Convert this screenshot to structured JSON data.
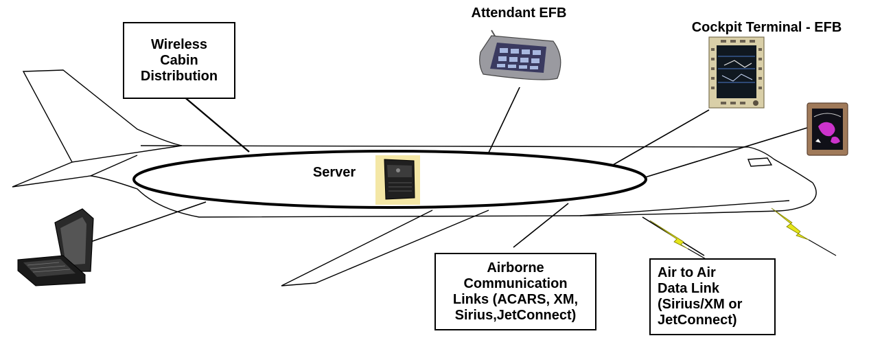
{
  "labels": {
    "wireless": [
      "Wireless",
      "Cabin",
      "Distribution"
    ],
    "attendant": "Attendant EFB",
    "cockpit": "Cockpit Terminal - EFB",
    "server": "Server",
    "airborne": [
      "Airborne",
      "Communication",
      "Links (ACARS, XM,",
      "Sirius,JetConnect)"
    ],
    "air_to_air": [
      "Air to Air",
      "Data Link",
      "(Sirius/XM or",
      "JetConnect)"
    ]
  },
  "colors": {
    "outline": "#000000",
    "lightning": "#e6e61a",
    "server_bg": "#f4e7a6",
    "cockpit_frame": "#d9cfa8",
    "display_frame": "#a07a5a",
    "display_screen": "#101018",
    "display_blob": "#cc33cc"
  },
  "icons": [
    "laptop-icon",
    "attendant-tablet-icon",
    "server-unit-icon",
    "cockpit-terminal-icon",
    "weather-display-icon",
    "lightning-bolt-icon"
  ]
}
